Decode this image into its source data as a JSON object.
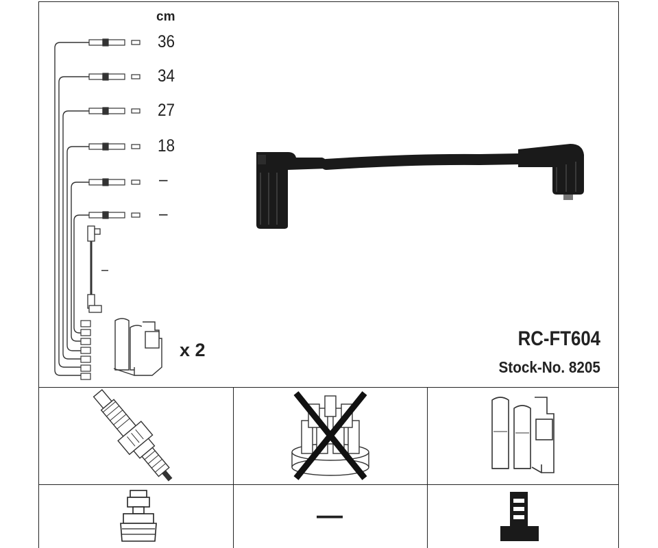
{
  "header": {
    "unit_label": "cm",
    "lengths": [
      "36",
      "34",
      "27",
      "18",
      "–",
      "–"
    ],
    "coil_lead_length": "–",
    "coil_multiplier": "x 2",
    "part_number": "RC-FT604",
    "stock_number": "Stock-No. 8205"
  },
  "components": {
    "spark_plug": "spark-plug-icon",
    "distributor_cap": "distributor-cap-crossed-icon",
    "ignition_coil": "ignition-coil-icon",
    "plug_terminal": "spark-plug-terminal-icon",
    "distributor_terminal_value": "—",
    "coil_terminal": "coil-terminal-icon"
  }
}
